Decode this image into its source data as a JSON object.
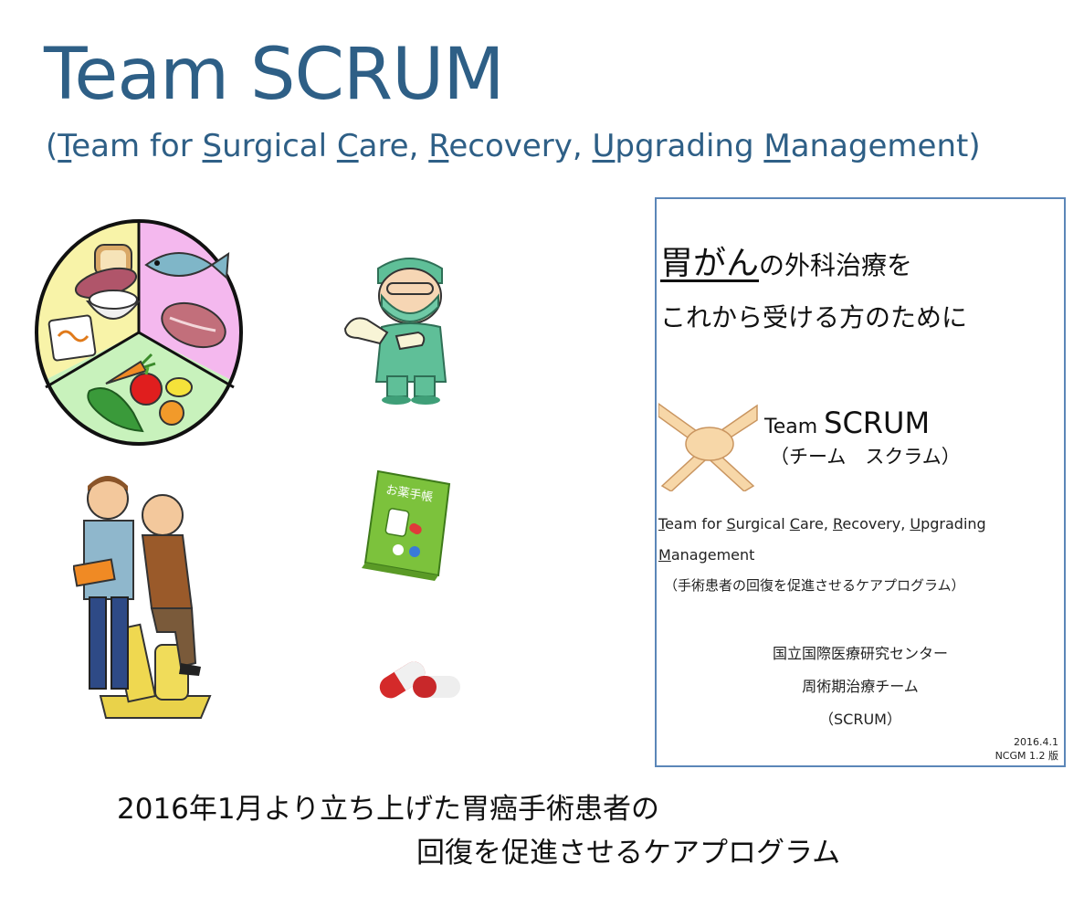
{
  "title": "Team SCRUM",
  "subtitle": {
    "parts": [
      {
        "text": "(",
        "u": false
      },
      {
        "text": "T",
        "u": true
      },
      {
        "text": "eam for ",
        "u": false
      },
      {
        "text": "S",
        "u": true
      },
      {
        "text": "urgical ",
        "u": false
      },
      {
        "text": "C",
        "u": true
      },
      {
        "text": "are, ",
        "u": false
      },
      {
        "text": "R",
        "u": true
      },
      {
        "text": "ecovery, ",
        "u": false
      },
      {
        "text": "U",
        "u": true
      },
      {
        "text": "pgrading ",
        "u": false
      },
      {
        "text": "M",
        "u": true
      },
      {
        "text": "anagement)",
        "u": false
      }
    ]
  },
  "colors": {
    "title": "#2e5f86",
    "panel_border": "#5b86b8",
    "plate_yellow": "#f8f3a8",
    "plate_pink": "#f4b8ee",
    "plate_green": "#c8f2bc"
  },
  "brochure": {
    "heading_big": "胃がん",
    "heading_rest": "の外科治療を",
    "heading_line2": "これから受ける方のために",
    "team_prefix": "Team ",
    "team_scrum": "SCRUM",
    "team_kana": "（チーム　スクラム）",
    "english": {
      "line1": [
        {
          "text": "T",
          "u": true
        },
        {
          "text": "eam for ",
          "u": false
        },
        {
          "text": "S",
          "u": true
        },
        {
          "text": "urgical ",
          "u": false
        },
        {
          "text": "C",
          "u": true
        },
        {
          "text": "are, ",
          "u": false
        },
        {
          "text": "R",
          "u": true
        },
        {
          "text": "ecovery, ",
          "u": false
        },
        {
          "text": "U",
          "u": true
        },
        {
          "text": "pgrading",
          "u": false
        }
      ],
      "line2": [
        {
          "text": "M",
          "u": true
        },
        {
          "text": "anagement",
          "u": false
        }
      ]
    },
    "description": "（手術患者の回復を促進させるケアプログラム）",
    "org1": "国立国際医療研究センター",
    "org2": "周術期治療チーム",
    "org3": "（SCRUM）",
    "date": "2016.4.1",
    "version": "NCGM 1.2 版"
  },
  "icons": {
    "plate": "food-plate-icon",
    "surgeon": "surgeon-icon",
    "exercise": "rehab-exercise-icon",
    "medicine_book": "medicine-notebook-icon",
    "capsule": "capsule-icon",
    "hands": "team-hands-icon"
  },
  "book_label": "お薬手帳",
  "footer": {
    "line1": "2016年1月より立ち上げた胃癌手術患者の",
    "line2": "回復を促進させるケアプログラム"
  }
}
